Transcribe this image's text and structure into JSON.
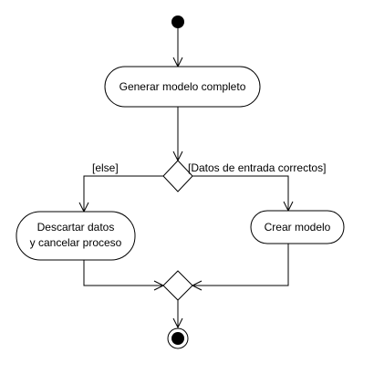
{
  "diagram": {
    "type": "uml-activity",
    "nodes": {
      "start": {
        "kind": "initial"
      },
      "generar": {
        "kind": "action",
        "label": "Generar modelo completo"
      },
      "decision": {
        "kind": "decision"
      },
      "descartar": {
        "kind": "action",
        "label_lines": [
          "Descartar datos",
          "y cancelar proceso"
        ]
      },
      "crear": {
        "kind": "action",
        "label": "Crear modelo"
      },
      "merge": {
        "kind": "merge"
      },
      "end": {
        "kind": "final"
      }
    },
    "guards": {
      "else": "[else]",
      "correctos": "[Datos de entrada correctos]"
    },
    "edges": [
      {
        "from": "start",
        "to": "generar"
      },
      {
        "from": "generar",
        "to": "decision"
      },
      {
        "from": "decision",
        "to": "descartar",
        "guard": "else"
      },
      {
        "from": "decision",
        "to": "crear",
        "guard": "correctos"
      },
      {
        "from": "descartar",
        "to": "merge"
      },
      {
        "from": "crear",
        "to": "merge"
      },
      {
        "from": "merge",
        "to": "end"
      }
    ],
    "colors": {
      "stroke": "#000000",
      "fill": "#ffffff",
      "text": "#000000"
    }
  }
}
